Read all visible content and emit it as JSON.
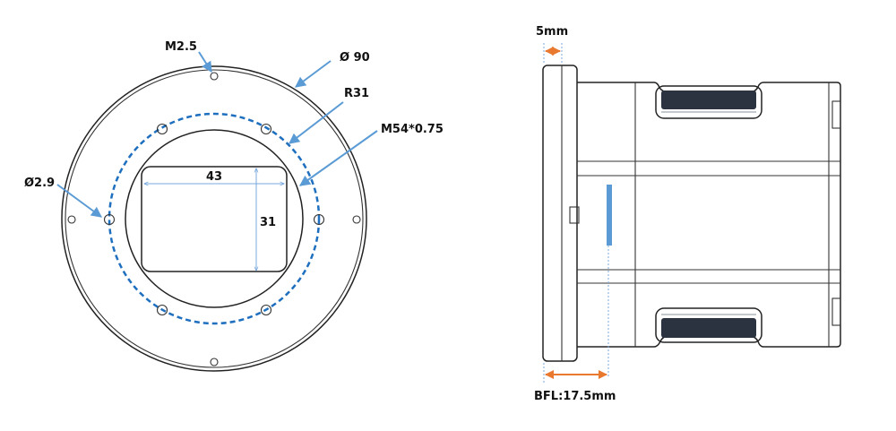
{
  "front_view": {
    "labels": {
      "screw": "M2.5",
      "outer_diameter": "Ø 90",
      "radius": "R31",
      "thread": "M54*0.75",
      "hole": "Ø2.9",
      "sensor_width": "43",
      "sensor_height": "31"
    }
  },
  "side_view": {
    "labels": {
      "flange": "5mm",
      "bfl": "BFL:17.5mm"
    }
  },
  "colors": {
    "leader": "#5b9bd5",
    "dashed_circle": "#1f6fbf",
    "dimension_arrow": "#e8792e",
    "sensor": "#5b9bd5"
  }
}
